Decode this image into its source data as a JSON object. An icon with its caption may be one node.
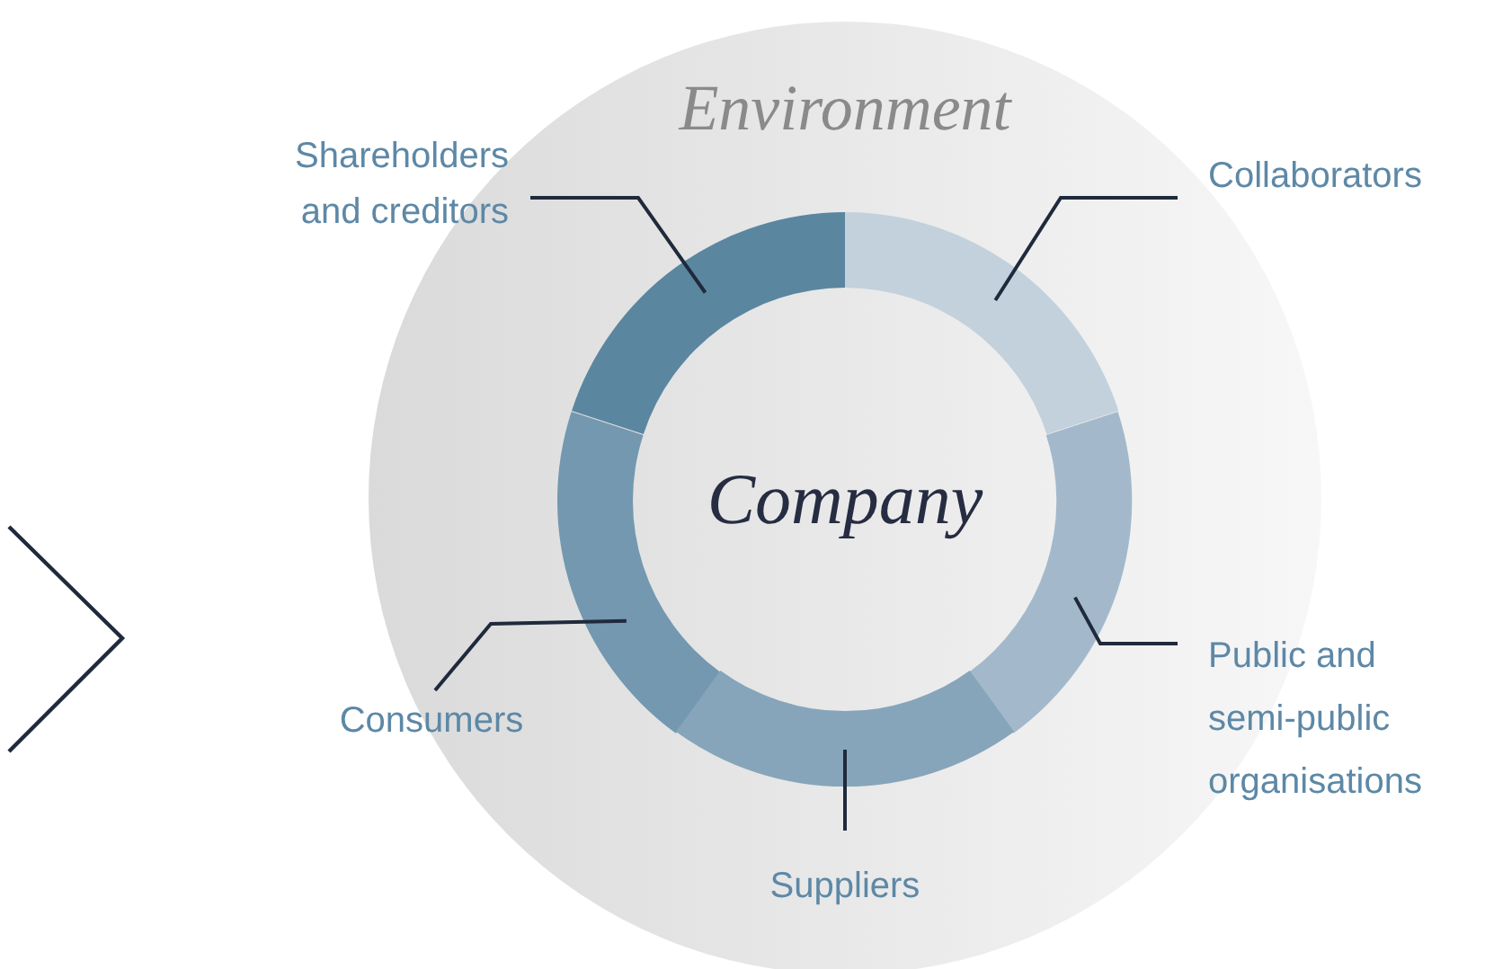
{
  "diagram": {
    "nodes": [
      {
        "text": [
          "Environment"
        ]
      },
      {
        "text": [
          "Shareholders and creditors"
        ]
      },
      {
        "text": [
          "Collaborators"
        ]
      },
      {
        "text": [
          "Company"
        ],
        "in": 0
      },
      {
        "text": [],
        "shape": "segment",
        "in": 0
      },
      {
        "text": [],
        "shape": "segment",
        "in": 0
      },
      {
        "text": [],
        "shape": "segment",
        "in": 0
      },
      {
        "text": [],
        "shape": "segment",
        "in": 0
      },
      {
        "text": [],
        "shape": "segment",
        "in": 0
      },
      {
        "text": [
          "Public and semi-public organisations"
        ]
      },
      {
        "text": [
          "Consumers"
        ]
      },
      {
        "text": [
          "Suppliers"
        ],
        "in": 0
      }
    ],
    "edges": [
      {
        "from": 1,
        "to": 4,
        "arrow": "none"
      },
      {
        "from": 2,
        "to": 5,
        "arrow": "none"
      },
      {
        "from": 9,
        "to": 6,
        "arrow": "none"
      },
      {
        "from": 10,
        "to": 7,
        "arrow": "none"
      },
      {
        "from": 11,
        "to": 8,
        "arrow": "none"
      }
    ]
  }
}
